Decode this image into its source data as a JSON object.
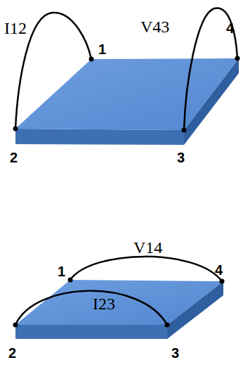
{
  "diagram": {
    "labels": [
      "I12",
      "1",
      "V43",
      "4",
      "2",
      "3",
      "1",
      "V14",
      "4",
      "I23",
      "2",
      "3"
    ]
  }
}
